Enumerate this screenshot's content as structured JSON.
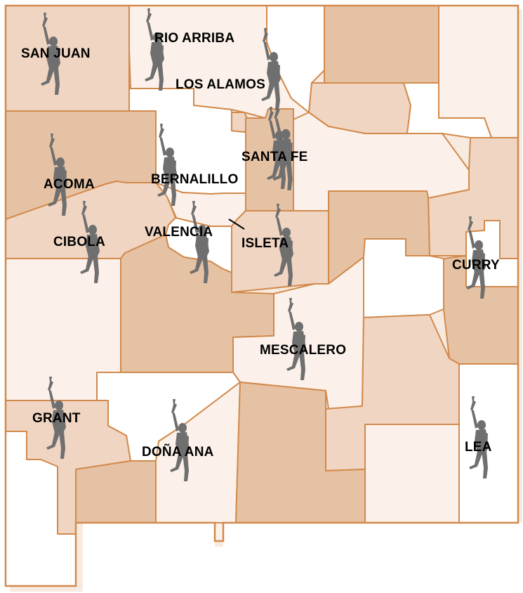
{
  "colors": {
    "border": "#d28a4c",
    "dark": "#e6c2a5",
    "mid": "#f0d5c2",
    "light": "#fbf1ea",
    "white": "#ffffff",
    "runner": "#6f6f6f",
    "label": "#000000"
  },
  "icon": "torch-runner-icon",
  "labels": {
    "san_juan": "SAN JUAN",
    "rio_arriba": "RIO ARRIBA",
    "los_alamos": "LOS ALAMOS",
    "santa_fe": "SANTA FE",
    "acoma": "ACOMA",
    "bernalillo": "BERNALILLO",
    "cibola": "CIBOLA",
    "valencia": "VALENCIA",
    "isleta": "ISLETA",
    "curry": "CURRY",
    "mescalero": "MESCALERO",
    "grant": "GRANT",
    "dona_ana": "DOÑA ANA",
    "lea": "LEA"
  }
}
